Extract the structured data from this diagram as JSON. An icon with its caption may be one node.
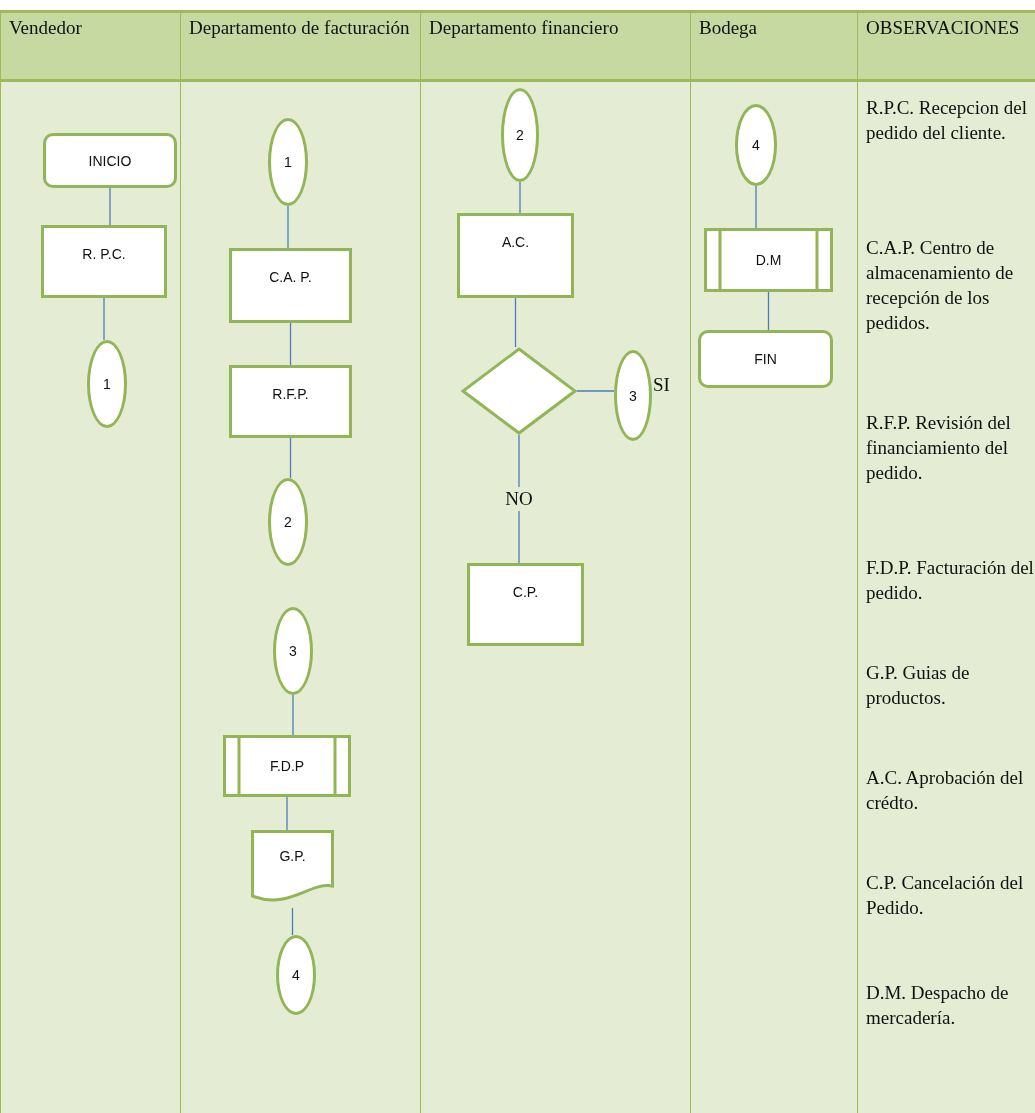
{
  "diagram": {
    "nodes": [
      {
        "text": [
          "Vendedor"
        ]
      },
      {
        "text": [
          "Departamento de facturación"
        ]
      },
      {
        "text": [
          "Departamento financiero"
        ]
      },
      {
        "text": [
          "Bodega"
        ]
      },
      {
        "text": [
          "OBSERVACIONES"
        ]
      },
      {
        "text": [
          "INICIO"
        ],
        "in": 0
      },
      {
        "text": [
          "R. P.C."
        ],
        "in": 0
      },
      {
        "text": [
          "1"
        ],
        "in": 0
      },
      {
        "text": [
          "1"
        ],
        "in": 1
      },
      {
        "text": [
          "C.A. P."
        ],
        "in": 1
      },
      {
        "text": [
          "R.F.P."
        ],
        "in": 1
      },
      {
        "text": [
          "2"
        ],
        "in": 1
      },
      {
        "text": [
          "3"
        ],
        "in": 1
      },
      {
        "text": [
          "F.D.P"
        ],
        "in": 1
      },
      {
        "text": [
          "G.P."
        ],
        "in": 1
      },
      {
        "text": [
          "4"
        ],
        "in": 1
      },
      {
        "text": [
          "2"
        ],
        "in": 2
      },
      {
        "text": [
          "A.C."
        ],
        "in": 2
      },
      {
        "text": [],
        "shape": "diamond",
        "in": 2
      },
      {
        "text": [
          "3"
        ],
        "in": 2,
        "beside": [
          "SI"
        ]
      },
      {
        "text": [
          "C.P."
        ],
        "in": 2
      },
      {
        "text": [
          "4"
        ],
        "in": 3
      },
      {
        "text": [
          "D.M"
        ],
        "in": 3
      },
      {
        "text": [
          "FIN"
        ],
        "in": 3
      }
    ],
    "edges": [
      {
        "from": 5,
        "to": 6,
        "arrow": "none"
      },
      {
        "from": 6,
        "to": 7,
        "arrow": "none"
      },
      {
        "from": 8,
        "to": 9,
        "arrow": "none"
      },
      {
        "from": 9,
        "to": 10,
        "arrow": "none"
      },
      {
        "from": 10,
        "to": 11,
        "arrow": "none"
      },
      {
        "from": 12,
        "to": 13,
        "arrow": "none"
      },
      {
        "from": 13,
        "to": 14,
        "arrow": "none"
      },
      {
        "from": 14,
        "to": 15,
        "arrow": "none"
      },
      {
        "from": 16,
        "to": 17,
        "arrow": "none"
      },
      {
        "from": 17,
        "to": 18,
        "arrow": "none"
      },
      {
        "from": 18,
        "to": 19,
        "arrow": "none"
      },
      {
        "from": 18,
        "to": 20,
        "label": "NO",
        "arrow": "none"
      },
      {
        "from": 21,
        "to": 22,
        "arrow": "none"
      },
      {
        "from": 22,
        "to": 23,
        "arrow": "none"
      }
    ],
    "labels": [
      "R.P.C. Recepcion del pedido del cliente.",
      "C.A.P. Centro de almacenamiento de recepción de los pedidos.",
      "R.F.P. Revisión del financiamiento del pedido.",
      "F.D.P. Facturación del pedido.",
      "G.P. Guias de productos.",
      "A.C. Aprobación del crédto.",
      "C.P. Cancelación del Pedido.",
      "D.M. Despacho de mercadería."
    ]
  }
}
